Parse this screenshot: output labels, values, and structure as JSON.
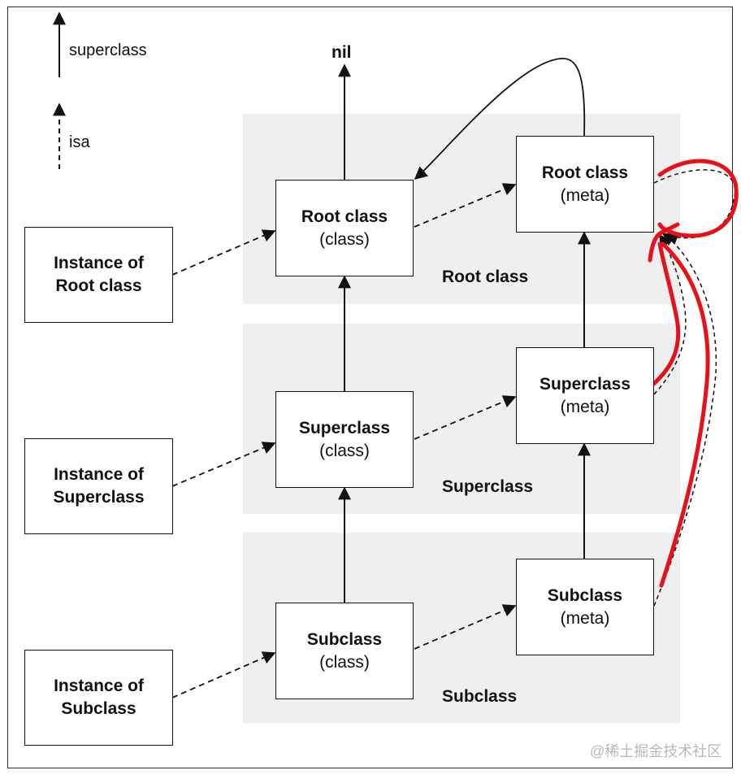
{
  "legend": {
    "superclass_label": "superclass",
    "isa_label": "isa"
  },
  "nil_label": "nil",
  "bands": {
    "root": "Root class",
    "super": "Superclass",
    "sub": "Subclass"
  },
  "boxes": {
    "inst_root": "Instance of Root class",
    "inst_super": "Instance of Superclass",
    "inst_sub": "Instance of Subclass",
    "root_class": {
      "title": "Root class",
      "sub": "(class)"
    },
    "super_class": {
      "title": "Superclass",
      "sub": "(class)"
    },
    "sub_class": {
      "title": "Subclass",
      "sub": "(class)"
    },
    "root_meta": {
      "title": "Root class",
      "sub": "(meta)"
    },
    "super_meta": {
      "title": "Superclass",
      "sub": "(meta)"
    },
    "sub_meta": {
      "title": "Subclass",
      "sub": "(meta)"
    }
  },
  "colors": {
    "annotation": "#e8101a",
    "band": "#efefef",
    "line": "#111111"
  },
  "watermark": "@稀土掘金技术社区"
}
